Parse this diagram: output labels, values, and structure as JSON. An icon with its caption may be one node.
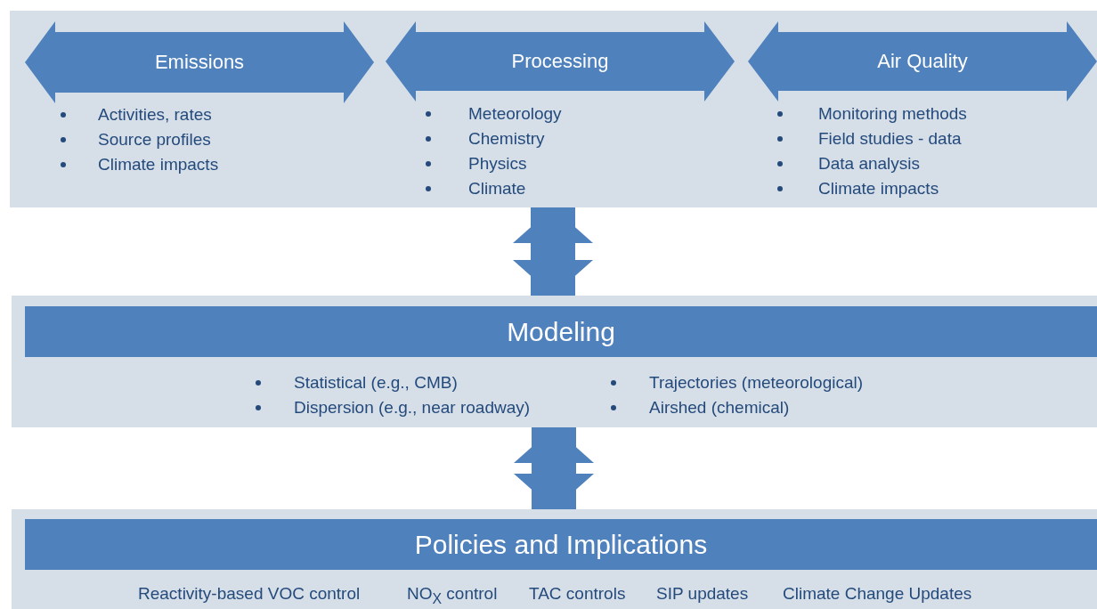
{
  "diagram": {
    "nodes": [
      {
        "text": [],
        "shape": "box"
      },
      {
        "text": [
          "Emissions",
          "Activities, rates",
          "Source profiles",
          "Climate impacts"
        ],
        "in": 0
      },
      {
        "text": [
          "Processing",
          "Meteorology",
          "Chemistry",
          "Physics",
          "Climate"
        ],
        "in": 0
      },
      {
        "text": [
          "Air Quality",
          "Monitoring methods",
          "Field studies - data",
          "Data analysis",
          "Climate impacts"
        ],
        "in": 0
      },
      {
        "text": [
          "Modeling",
          "Statistical (e.g., CMB)",
          "Dispersion (e.g., near roadway)",
          "Trajectories (meteorological)",
          "Airshed (chemical)"
        ]
      },
      {
        "text": [
          "Policies and Implications",
          "Reactivity-based VOC control",
          "NO$_{X}$ control",
          "TAC controls",
          "SIP updates",
          "Climate Change Updates"
        ]
      }
    ],
    "edges": [
      {
        "from": 0,
        "to": 4,
        "arrow": "both"
      },
      {
        "from": 4,
        "to": 5,
        "arrow": "both"
      }
    ]
  }
}
